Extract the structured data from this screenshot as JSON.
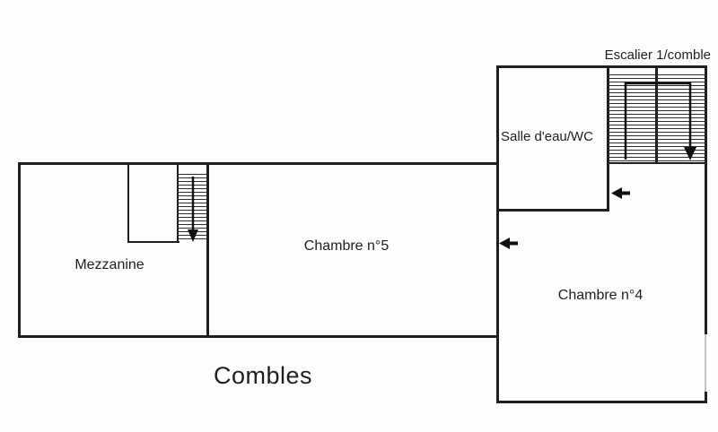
{
  "floorplan": {
    "title": "Combles",
    "rooms": {
      "mezzanine": {
        "label": "Mezzanine"
      },
      "chambre5": {
        "label": "Chambre n°5"
      },
      "chambre4": {
        "label": "Chambre n°4"
      },
      "salle_eau": {
        "label": "Salle d'eau/WC"
      },
      "escalier": {
        "label": "Escalier 1/comble"
      }
    },
    "icons": {
      "escalier_direction": "down-arrow",
      "mezzanine_stair_direction": "down-arrow",
      "door_chambre5": "left-arrow",
      "door_salle_eau": "left-arrow"
    },
    "colors": {
      "wall": "#1f1f1f",
      "hatch": "#2e2e2e",
      "window_gap": "#c2c2c2",
      "text": "#1f1f1f",
      "background": "#fdfdfd"
    }
  }
}
